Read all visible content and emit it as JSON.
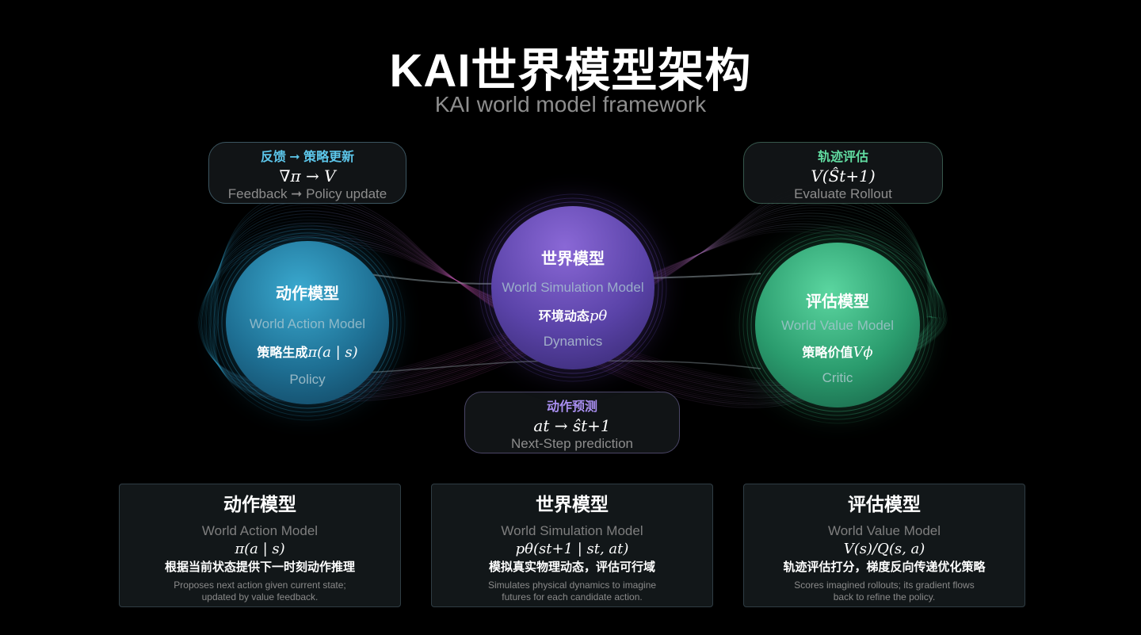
{
  "header": {
    "title": "KAI世界模型架构",
    "subtitle": "KAI world model framework"
  },
  "pills": {
    "feedback": {
      "zh": "反馈 ➞ 策略更新",
      "math": "∇π → V",
      "en": "Feedback ➞ Policy update"
    },
    "rollout": {
      "zh": "轨迹评估",
      "math": "V(Ŝt+1)",
      "en": "Evaluate Rollout"
    },
    "predict": {
      "zh": "动作预测",
      "math": "at → ŝt+1",
      "en": "Next-Step prediction"
    }
  },
  "nodes": {
    "action": {
      "zh": "动作模型",
      "en": "World Action Model",
      "desc_zh": "策略生成",
      "desc_math": "π(a | s)",
      "sub": "Policy"
    },
    "world": {
      "zh": "世界模型",
      "en": "World Simulation Model",
      "desc_zh": "环境动态",
      "desc_math": "pθ",
      "sub": "Dynamics"
    },
    "value": {
      "zh": "评估模型",
      "en": "World Value Model",
      "desc_zh": "策略价值",
      "desc_math": "Vϕ",
      "sub": "Critic"
    }
  },
  "cards": {
    "action": {
      "zh": "动作模型",
      "en": "World Action Model",
      "math": "π(a | s)",
      "desc": "根据当前状态提供下一时刻动作推理",
      "note1": "Proposes next action given current state;",
      "note2": "updated by value feedback."
    },
    "world": {
      "zh": "世界模型",
      "en": "World Simulation Model",
      "math": "pθ(st+1 | st, at)",
      "desc": "模拟真实物理动态，评估可行域",
      "note1": "Simulates physical dynamics to imagine",
      "note2": "futures for each candidate action."
    },
    "value": {
      "zh": "评估模型",
      "en": "World Value Model",
      "math": "V(s)/Q(s, a)",
      "desc": "轨迹评估打分，梯度反向传递优化策略",
      "note1": "Scores imagined rollouts; its gradient flows",
      "note2": "back to refine the policy."
    }
  },
  "colors": {
    "action": "#2c9ec9",
    "world": "#6a4fc0",
    "value": "#3bbf85",
    "feedback_label": "#5cc6ea",
    "rollout_label": "#61dca1",
    "predict_label": "#a98ff0"
  }
}
